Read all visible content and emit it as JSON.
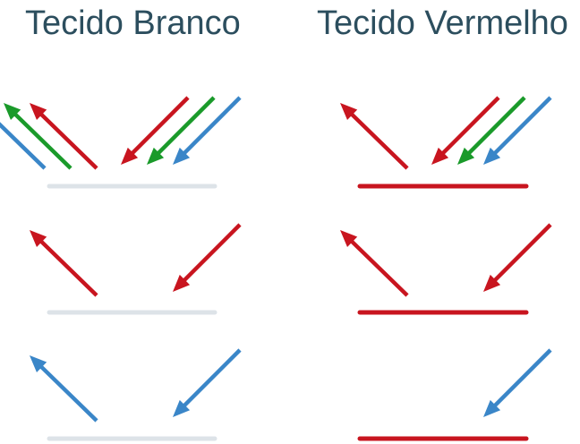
{
  "titles": {
    "white": "Tecido Branco",
    "red": "Tecido Vermelho"
  },
  "colors": {
    "red_light": "#c8151f",
    "green_light": "#1a9a2a",
    "blue_light": "#3a86c8",
    "white_fabric": "#dde3e8",
    "red_fabric": "#c8151f",
    "title_text": "#2c4e5e"
  },
  "panels": [
    {
      "fabric": "white",
      "incident": [
        "red",
        "green",
        "blue"
      ],
      "reflected": [
        "red",
        "green",
        "blue"
      ]
    },
    {
      "fabric": "red",
      "incident": [
        "red",
        "green",
        "blue"
      ],
      "reflected": [
        "red"
      ]
    },
    {
      "fabric": "white",
      "incident": [
        "red"
      ],
      "reflected": [
        "red"
      ]
    },
    {
      "fabric": "red",
      "incident": [
        "red"
      ],
      "reflected": [
        "red"
      ]
    },
    {
      "fabric": "white",
      "incident": [
        "blue"
      ],
      "reflected": [
        "blue"
      ]
    },
    {
      "fabric": "red",
      "incident": [
        "blue"
      ],
      "reflected": []
    }
  ]
}
